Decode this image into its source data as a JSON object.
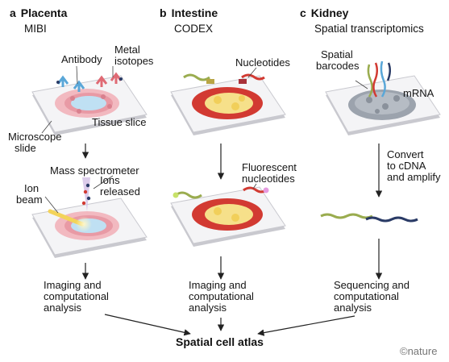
{
  "panels": {
    "a": {
      "letter": "a",
      "title": "Placenta",
      "subtitle": "MIBI",
      "labels": {
        "antibody": "Antibody",
        "metal1": "Metal",
        "metal2": "isotopes",
        "tissue": "Tissue slice",
        "microscope1": "Microscope",
        "microscope2": "slide",
        "mass": "Mass spectrometer",
        "ion1": "Ion",
        "ion2": "beam",
        "ions1": "Ions",
        "ions2": "released"
      },
      "analysis": [
        "Imaging and",
        "computational",
        "analysis"
      ]
    },
    "b": {
      "letter": "b",
      "title": "Intestine",
      "subtitle": "CODEX",
      "labels": {
        "nucleotides": "Nucleotides",
        "fluor1": "Fluorescent",
        "fluor2": "nucleotides"
      },
      "analysis": [
        "Imaging and",
        "computational",
        "analysis"
      ]
    },
    "c": {
      "letter": "c",
      "title": "Kidney",
      "subtitle": "Spatial transcriptomics",
      "labels": {
        "barcodes1": "Spatial",
        "barcodes2": "barcodes",
        "mrna": "mRNA",
        "convert1": "Convert",
        "convert2": "to cDNA",
        "convert3": "and amplify"
      },
      "analysis": [
        "Sequencing and",
        "computational",
        "analysis"
      ]
    }
  },
  "atlas": "Spatial cell atlas",
  "credit": "©nature",
  "colors": {
    "slide_top": "#f4f4f6",
    "slide_edge": "#c9c9cf",
    "tissue_pink": "#f2b9c0",
    "tissue_red": "#d23a32",
    "cells_blue": "#bfe0f3",
    "cells_yellow": "#f6e08a",
    "kidney_gray": "#9ca3ad",
    "line_green": "#9aac4f",
    "line_navy": "#2a3b66"
  }
}
